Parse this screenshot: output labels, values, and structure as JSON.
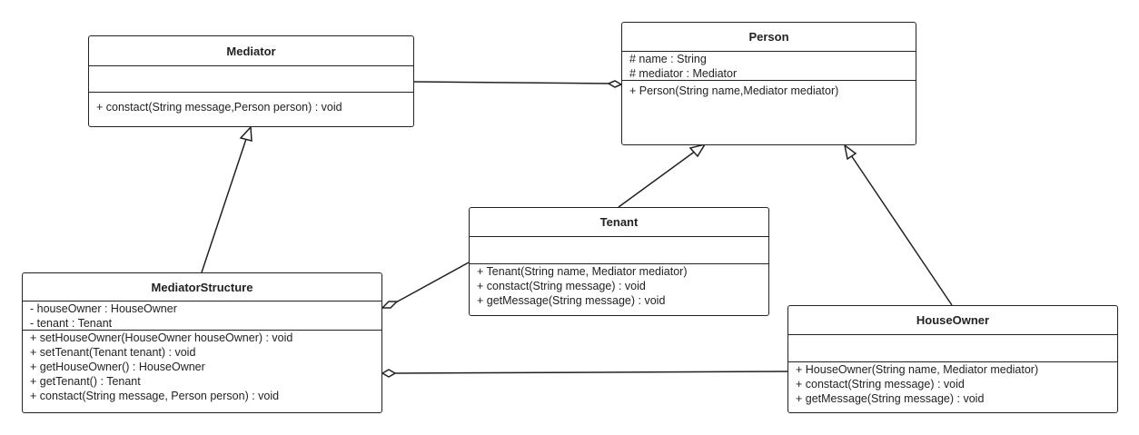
{
  "classes": {
    "mediator": {
      "name": "Mediator",
      "attributes": [],
      "operations": [
        "+ constact(String message,Person person) : void"
      ]
    },
    "person": {
      "name": "Person",
      "attributes": [
        "# name : String",
        "# mediator : Mediator"
      ],
      "operations": [
        "+ Person(String name,Mediator mediator)"
      ]
    },
    "tenant": {
      "name": "Tenant",
      "attributes": [],
      "operations": [
        "+ Tenant(String name, Mediator mediator)",
        "+ constact(String message) : void",
        "+ getMessage(String message) : void"
      ]
    },
    "mediator_structure": {
      "name": "MediatorStructure",
      "attributes": [
        "- houseOwner : HouseOwner",
        "- tenant : Tenant"
      ],
      "operations": [
        "+ setHouseOwner(HouseOwner houseOwner) : void",
        "+ setTenant(Tenant tenant) : void",
        "+ getHouseOwner() : HouseOwner",
        "+ getTenant() : Tenant",
        "+ constact(String message, Person person) : void"
      ]
    },
    "house_owner": {
      "name": "HouseOwner",
      "attributes": [],
      "operations": [
        "+ HouseOwner(String name, Mediator mediator)",
        "+ constact(String message) : void",
        "+ getMessage(String message) : void"
      ]
    }
  },
  "relationships": [
    {
      "type": "aggregation",
      "from": "Mediator",
      "to": "Person"
    },
    {
      "type": "generalization",
      "from": "MediatorStructure",
      "to": "Mediator"
    },
    {
      "type": "generalization",
      "from": "Tenant",
      "to": "Person"
    },
    {
      "type": "generalization",
      "from": "HouseOwner",
      "to": "Person"
    },
    {
      "type": "aggregation",
      "from": "Tenant",
      "to": "MediatorStructure"
    },
    {
      "type": "aggregation",
      "from": "HouseOwner",
      "to": "MediatorStructure"
    }
  ],
  "style": {
    "line_color": "#222222",
    "background": "#ffffff"
  }
}
